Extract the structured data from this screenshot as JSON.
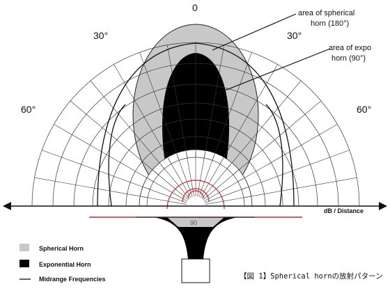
{
  "labels": {
    "angle_top": "0",
    "angle_30_left": "30°",
    "angle_30_right": "30°",
    "angle_60_left": "60°",
    "angle_60_right": "60°",
    "axis": "dB / Distance",
    "inner_angle": "90"
  },
  "callouts": {
    "spherical_line1": "area of spherical",
    "spherical_line2": "horn (180°)",
    "expo_line1": "area of expo",
    "expo_line2": "horn (90°)"
  },
  "legend": {
    "spherical": "Spherical Horn",
    "exponential": "Exponential Horn",
    "midrange": "Midrange Frequencies"
  },
  "caption": "【図 1】Spherical hornの放射パターン",
  "colors": {
    "spherical_fill": "#c8c8c8",
    "exponential_fill": "#000000",
    "grid_line": "#333333",
    "accent_red": "#c62828"
  }
}
